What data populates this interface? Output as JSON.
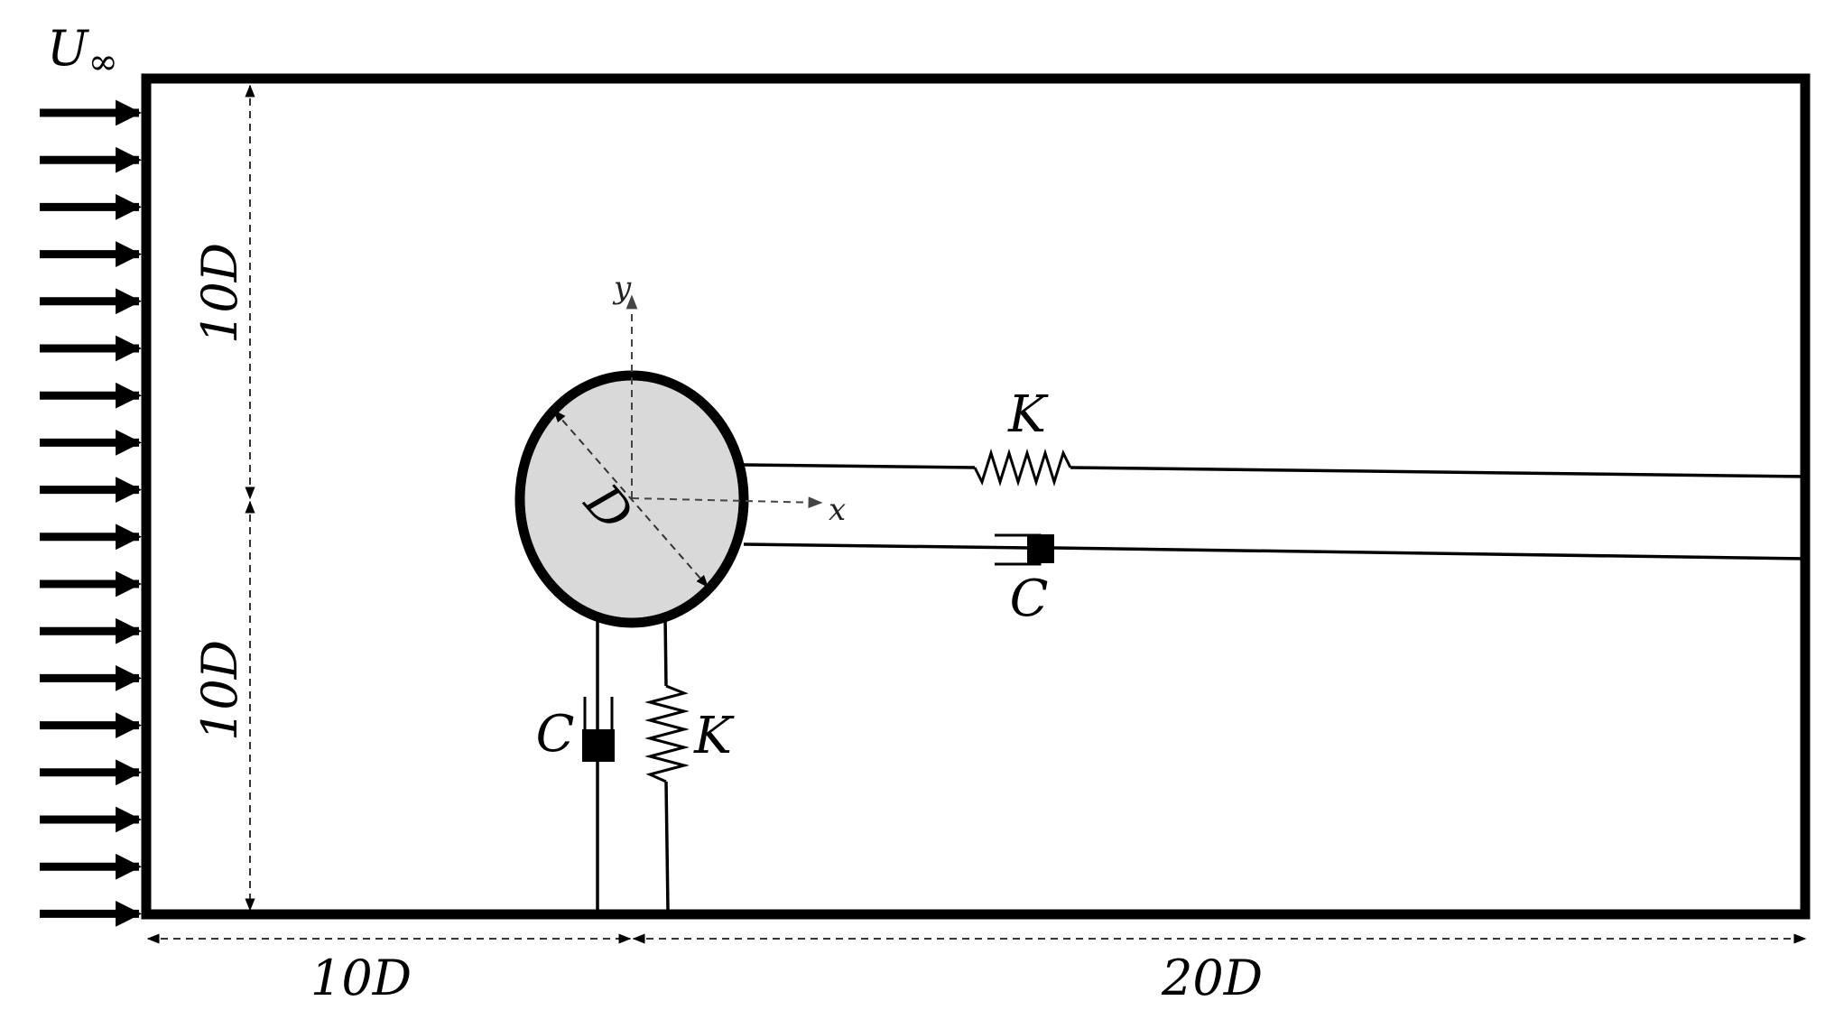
{
  "labels": {
    "freestream_base": "U",
    "freestream_sub": "∞",
    "upper_half_height": "10D",
    "lower_half_height": "10D",
    "upstream_length": "10D",
    "downstream_length": "20D",
    "diameter": "D",
    "axis_x": "x",
    "axis_y": "y",
    "spring_horizontal": "K",
    "damper_horizontal": "C",
    "spring_vertical": "K",
    "damper_vertical": "C"
  },
  "colors": {
    "line": "#000000",
    "cylinder_fill": "#d9d9d9",
    "dashed": "#333333",
    "background": "#ffffff"
  },
  "icons": {
    "inflow_arrows": "arrow-right-icon"
  }
}
